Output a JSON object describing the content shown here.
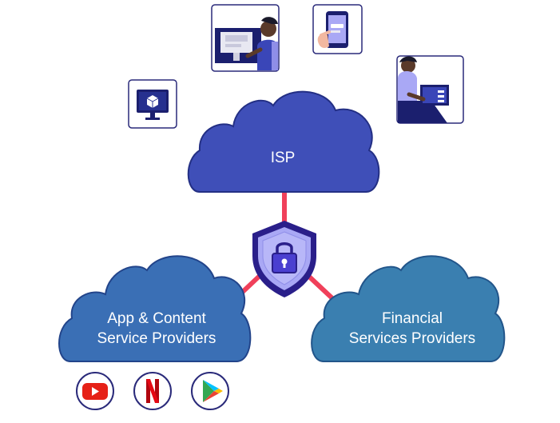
{
  "clouds": {
    "isp": {
      "label": "ISP",
      "color": "#3f4fb8"
    },
    "app": {
      "line1": "App & Content",
      "line2": "Service Providers",
      "color": "#3a6fb5"
    },
    "financial": {
      "line1": "Financial",
      "line2": "Services Providers",
      "color": "#3a7fb0"
    }
  },
  "connectors": {
    "color": "#f0405a"
  },
  "shield": {
    "icon": "shield-lock-icon",
    "fill": "#a9a8f5",
    "stroke": "#2a1f8a"
  },
  "devices": [
    {
      "icon": "monitor-cube-icon"
    },
    {
      "icon": "person-at-computer-icon"
    },
    {
      "icon": "phone-in-hand-icon"
    },
    {
      "icon": "person-with-laptop-icon"
    }
  ],
  "apps": [
    {
      "icon": "youtube-icon",
      "color": "#e62117"
    },
    {
      "icon": "netflix-icon",
      "color": "#e50914"
    },
    {
      "icon": "google-play-icon",
      "color": "#34a853"
    }
  ]
}
